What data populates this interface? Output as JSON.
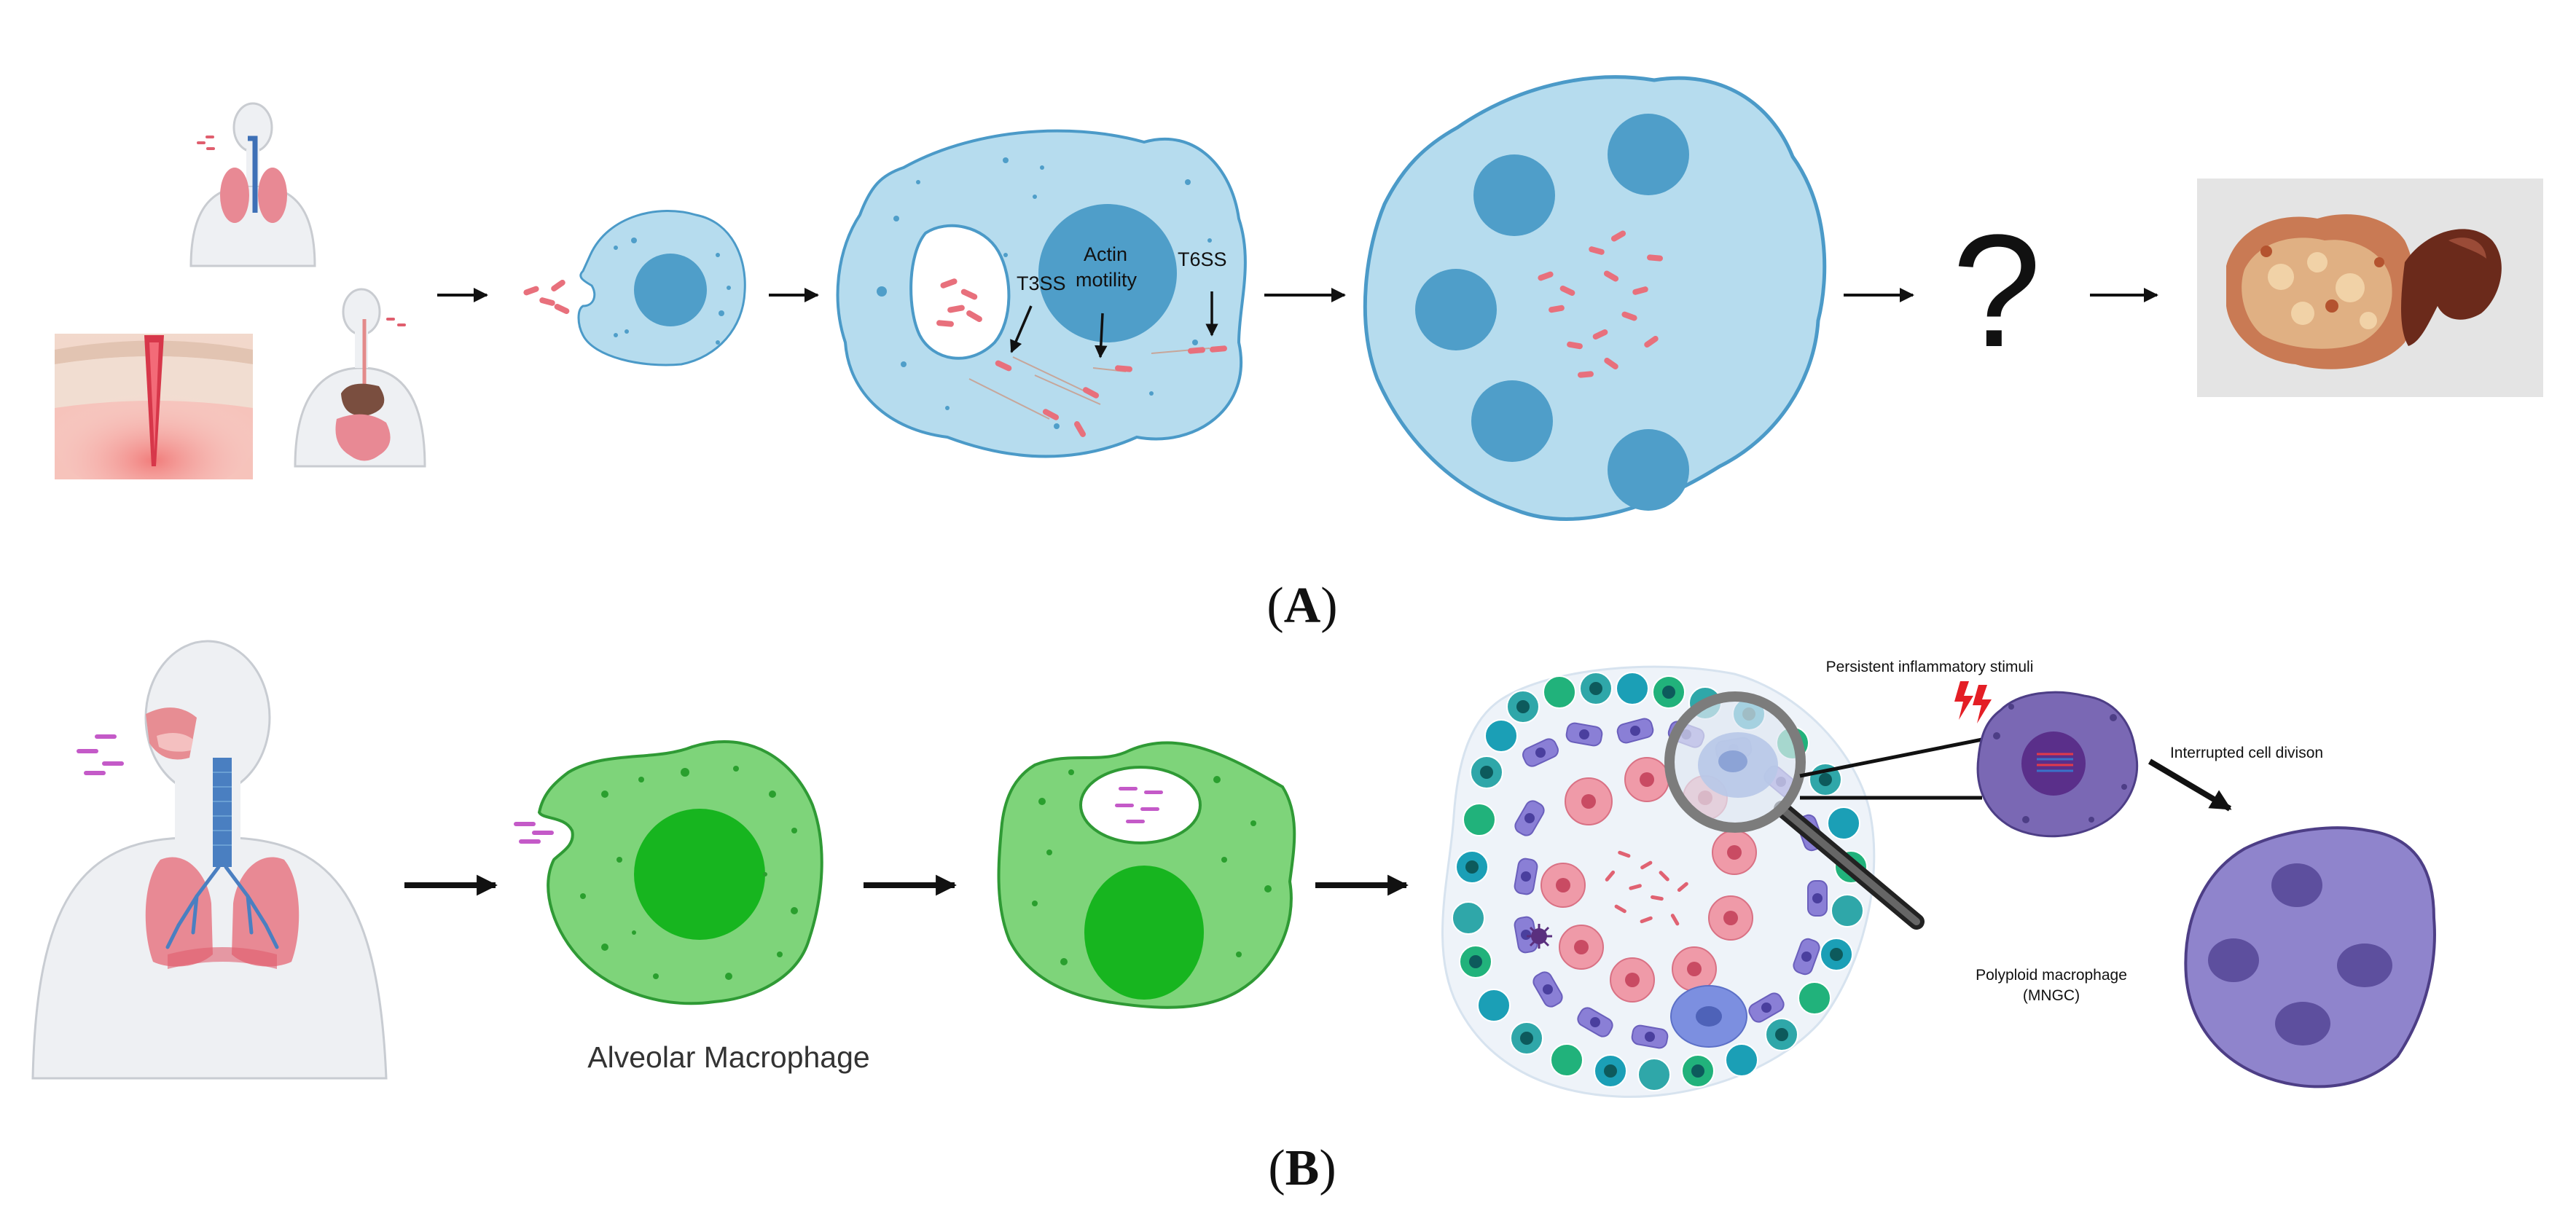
{
  "panel_a": {
    "label_open": "(",
    "label_letter": "A",
    "label_close": ")",
    "t3ss": "T3SS",
    "actin_line1": "Actin",
    "actin_line2": "motility",
    "t6ss": "T6SS",
    "question": "?",
    "colors": {
      "cell_fill": "#b6dcee",
      "cell_stroke": "#4b9ac8",
      "nucleus": "#4f9ec9",
      "bacteria": "#e8707c"
    }
  },
  "panel_b": {
    "label_open": "(",
    "label_letter": "B",
    "label_close": ")",
    "alveolar_macrophage": "Alveolar Macrophage",
    "persistent_stimuli": "Persistent inflammatory stimuli",
    "interrupted_division": "Interrupted cell divison",
    "polyploid_line1": "Polyploid macrophage",
    "polyploid_line2": "(MNGC)",
    "colors": {
      "macrophage_fill": "#7ed47a",
      "macrophage_stroke": "#2f9a35",
      "nucleus": "#17b51f",
      "mngc_fill": "#8f84cc",
      "mngc_nucleus": "#5d4f9e",
      "bacteria": "#c45ac8"
    }
  }
}
